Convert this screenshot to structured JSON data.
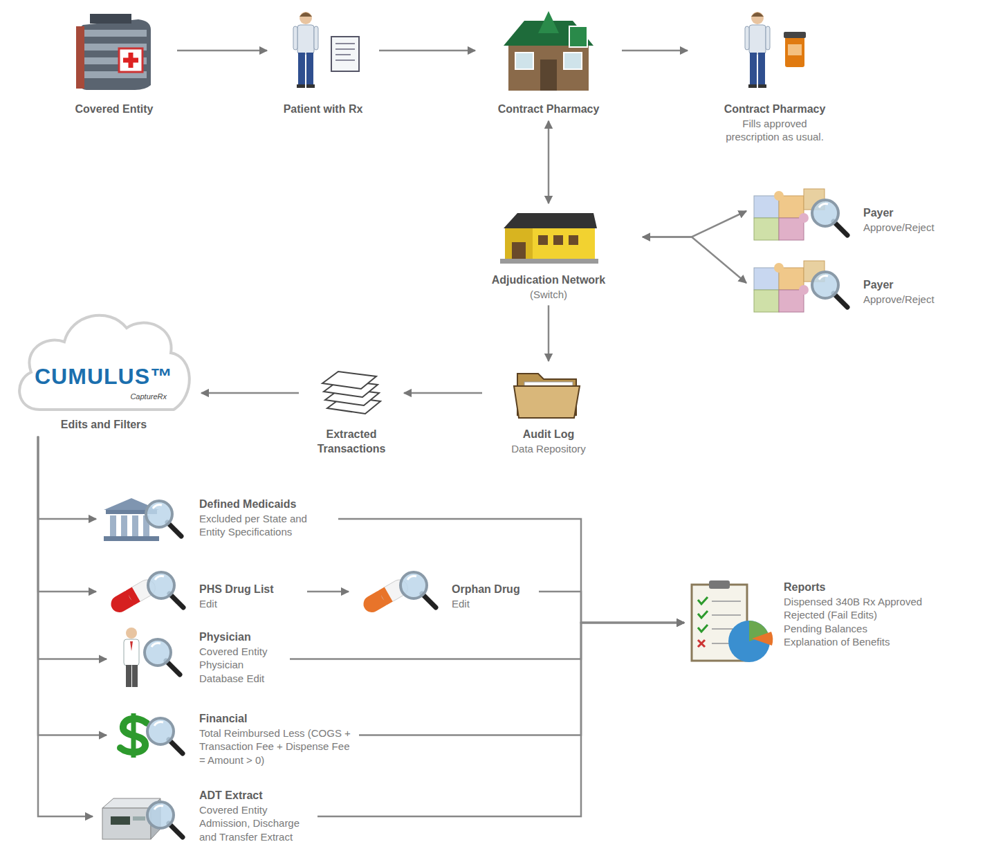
{
  "diagram": {
    "nodes": [
      {
        "text": [
          "Covered Entity"
        ]
      },
      {
        "text": [
          "Patient with Rx"
        ]
      },
      {
        "text": [
          "Contract Pharmacy"
        ]
      },
      {
        "text": [
          "Contract Pharmacy",
          "Fills approved prescription as usual."
        ]
      },
      {
        "text": [
          "Adjudication Network",
          "(Switch)"
        ]
      },
      {
        "text": [
          "Payer",
          "Approve/Reject"
        ]
      },
      {
        "text": [
          "Payer",
          "Approve/Reject"
        ]
      },
      {
        "text": [
          "CUMULUS™",
          "CaptureRx",
          "Edits and Filters"
        ]
      },
      {
        "text": [
          "Extracted Transactions"
        ]
      },
      {
        "text": [
          "Audit Log",
          "Data Repository"
        ]
      },
      {
        "text": [
          "Defined Medicaids",
          "Excluded per State and Entity Specifications"
        ]
      },
      {
        "text": [
          "PHS Drug List",
          "Edit"
        ]
      },
      {
        "text": [
          "Orphan Drug",
          "Edit"
        ]
      },
      {
        "text": [
          "Physician",
          "Covered Entity Physician Database Edit"
        ]
      },
      {
        "text": [
          "Financial",
          "Total Reimbursed Less (COGS + Transaction Fee + Dispense Fee = Amount > 0)"
        ]
      },
      {
        "text": [
          "ADT Extract",
          "Covered Entity Admission, Discharge and Transfer Extract"
        ]
      },
      {
        "text": [
          "Reports",
          "Dispensed 340B Rx Approved",
          "Rejected (Fail Edits)",
          "Pending Balances",
          "Explanation of Benefits"
        ]
      }
    ],
    "edges": [
      {
        "from": 0,
        "to": 1,
        "arrow": "to"
      },
      {
        "from": 1,
        "to": 2,
        "arrow": "to"
      },
      {
        "from": 2,
        "to": 3,
        "arrow": "to"
      },
      {
        "from": 2,
        "to": 4,
        "arrow": "both"
      },
      {
        "from": 4,
        "to": 5,
        "arrow": "both"
      },
      {
        "from": 4,
        "to": 6,
        "arrow": "both"
      },
      {
        "from": 4,
        "to": 9,
        "arrow": "to"
      },
      {
        "from": 9,
        "to": 8,
        "arrow": "to"
      },
      {
        "from": 8,
        "to": 7,
        "arrow": "to"
      },
      {
        "from": 7,
        "to": 10,
        "arrow": "to"
      },
      {
        "from": 7,
        "to": 11,
        "arrow": "to"
      },
      {
        "from": 7,
        "to": 13,
        "arrow": "to"
      },
      {
        "from": 7,
        "to": 14,
        "arrow": "to"
      },
      {
        "from": 7,
        "to": 15,
        "arrow": "to"
      },
      {
        "from": 11,
        "to": 12,
        "arrow": "to"
      },
      {
        "from": 10,
        "to": 16,
        "arrow": "to"
      },
      {
        "from": 12,
        "to": 16,
        "arrow": "to"
      },
      {
        "from": 13,
        "to": 16,
        "arrow": "to"
      },
      {
        "from": 14,
        "to": 16,
        "arrow": "to"
      },
      {
        "from": 15,
        "to": 16,
        "arrow": "to"
      }
    ]
  }
}
